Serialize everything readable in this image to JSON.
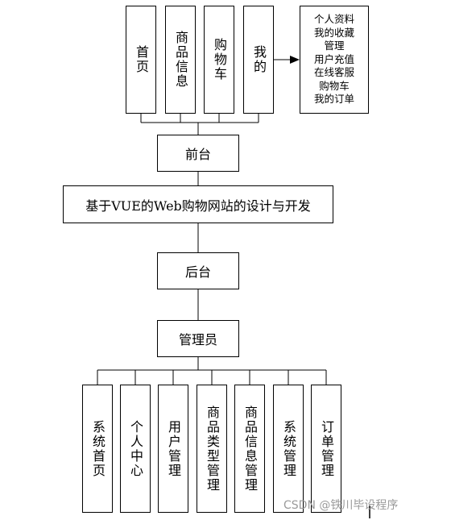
{
  "front_modules": [
    "首页",
    "商品信息",
    "购物车",
    "我的"
  ],
  "my_items": [
    "个人资料",
    "我的收藏",
    "管理",
    "用户充值",
    "在线客服",
    "购物车",
    "我的订单"
  ],
  "front_label": "前台",
  "system_title": "基于VUE的Web购物网站的设计与开发",
  "back_label": "后台",
  "admin_label": "管理员",
  "admin_modules": [
    "系统首页",
    "个人中心",
    "用户管理",
    "商品类型管理",
    "商品信息管理",
    "系统管理",
    "订单管理"
  ],
  "watermark": "CSDN @铁川毕设程序"
}
